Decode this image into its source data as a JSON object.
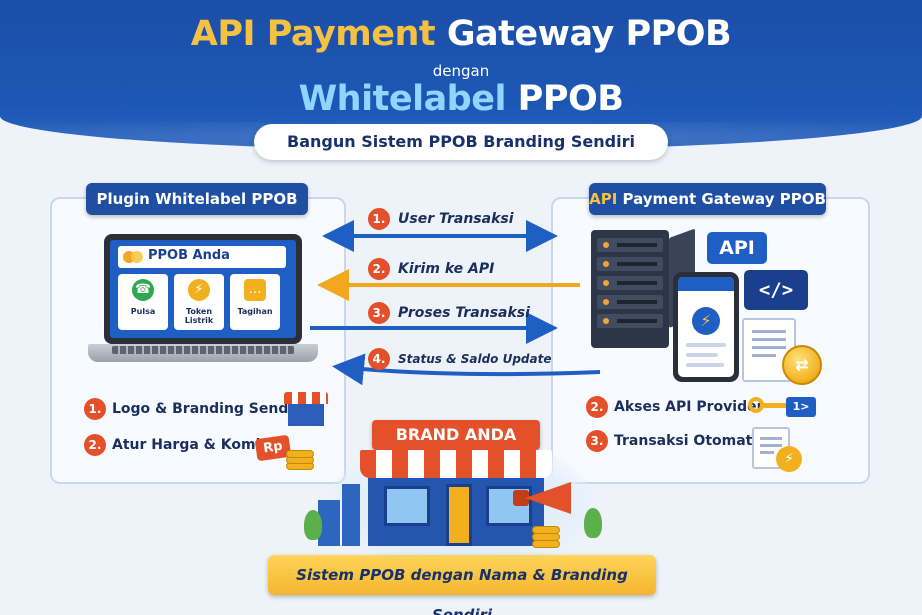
{
  "header": {
    "title_part1": "API Payment",
    "title_part2": "Gateway PPOB",
    "connector": "dengan",
    "title2_part1": "Whitelabel",
    "title2_part2": "PPOB",
    "tagline": "Bangun Sistem PPOB Branding Sendiri"
  },
  "left_panel": {
    "title": "Plugin Whitelabel PPOB",
    "app_name": "PPOB Anda",
    "tiles": [
      {
        "label": "Pulsa",
        "icon": "phone-icon",
        "color": "#2fa84f"
      },
      {
        "label": "Token Listrik",
        "icon": "bolt-icon",
        "color": "#f2b01e"
      },
      {
        "label": "Tagihan",
        "icon": "bill-icon",
        "color": "#f2b01e"
      }
    ],
    "features": [
      {
        "num": "1.",
        "label": "Logo & Branding Sendiri"
      },
      {
        "num": "2.",
        "label": "Atur Harga & Komisi"
      }
    ],
    "rp_label": "Rp"
  },
  "right_panel": {
    "title_part1": "API",
    "title_part2": "Payment Gateway PPOB",
    "api_badge": "API",
    "code_badge": "</>",
    "features": [
      {
        "num": "2.",
        "label": "Akses API Provider"
      },
      {
        "num": "3.",
        "label": "Transaksi Otomatis"
      }
    ]
  },
  "flow_steps": [
    {
      "num": "1.",
      "label": "User Transaksi",
      "direction": "both",
      "color": "#1f5fc4"
    },
    {
      "num": "2.",
      "label": "Kirim ke API",
      "direction": "left",
      "color": "#f2a81e"
    },
    {
      "num": "3.",
      "label": "Proses Transaksi",
      "direction": "right",
      "color": "#1f5fc4"
    },
    {
      "num": "4.",
      "label": "Status & Saldo Update",
      "direction": "left",
      "color": "#1f5fc4"
    }
  ],
  "shop": {
    "sign": "BRAND ANDA"
  },
  "footer": {
    "ribbon": "Sistem PPOB dengan Nama & Branding Sendiri"
  },
  "colors": {
    "primary_blue": "#1f4fa3",
    "accent_gold": "#f5c144",
    "accent_orange": "#e4502a",
    "accent_cyan": "#8fd6ff"
  }
}
